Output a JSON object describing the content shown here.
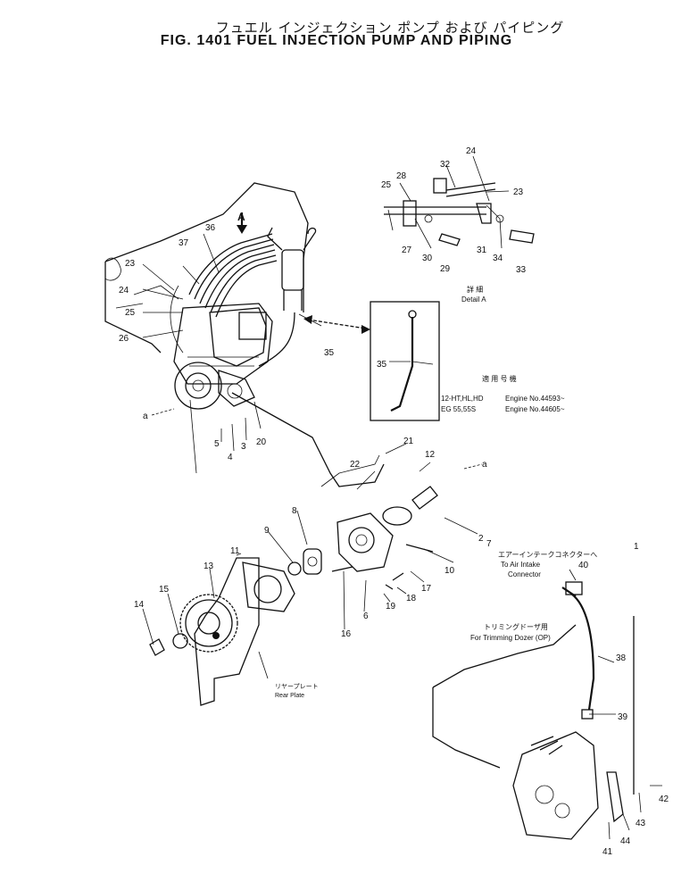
{
  "header": {
    "title_jp": "フュエル インジェクション ポンプ および パイピング",
    "title_en": "FIG. 1401  FUEL INJECTION PUMP AND PIPING"
  },
  "callouts": [
    "1",
    "2",
    "3",
    "4",
    "5",
    "6",
    "7",
    "8",
    "9",
    "10",
    "11",
    "12",
    "13",
    "14",
    "15",
    "16",
    "17",
    "18",
    "19",
    "20",
    "21",
    "22",
    "23",
    "24",
    "25",
    "26",
    "27",
    "28",
    "29",
    "30",
    "31",
    "32",
    "33",
    "34",
    "35",
    "36",
    "37",
    "38",
    "39",
    "40",
    "41",
    "42",
    "43",
    "44"
  ],
  "detail": {
    "label_jp": "詳 細",
    "label_en": "Detail A",
    "arrow_label": "A"
  },
  "applicability": {
    "header_jp": "適 用 号 機",
    "rows": [
      {
        "models": "12-HT,HL,HD",
        "engine": "Engine No.44593~"
      },
      {
        "models": "EG 55,55S",
        "engine": "Engine No.44605~"
      }
    ]
  },
  "notes": {
    "air_intake_jp": "エアーインテークコネクターへ",
    "air_intake_en_1": "To Air Intake",
    "air_intake_en_2": "Connector",
    "trimming_jp": "トリミングドーザ用",
    "trimming_en": "For Trimming Dozer (OP)",
    "rear_plate_jp": "リヤープレート",
    "rear_plate_en": "Rear Plate"
  },
  "markers": {
    "ref_mark": "a"
  }
}
